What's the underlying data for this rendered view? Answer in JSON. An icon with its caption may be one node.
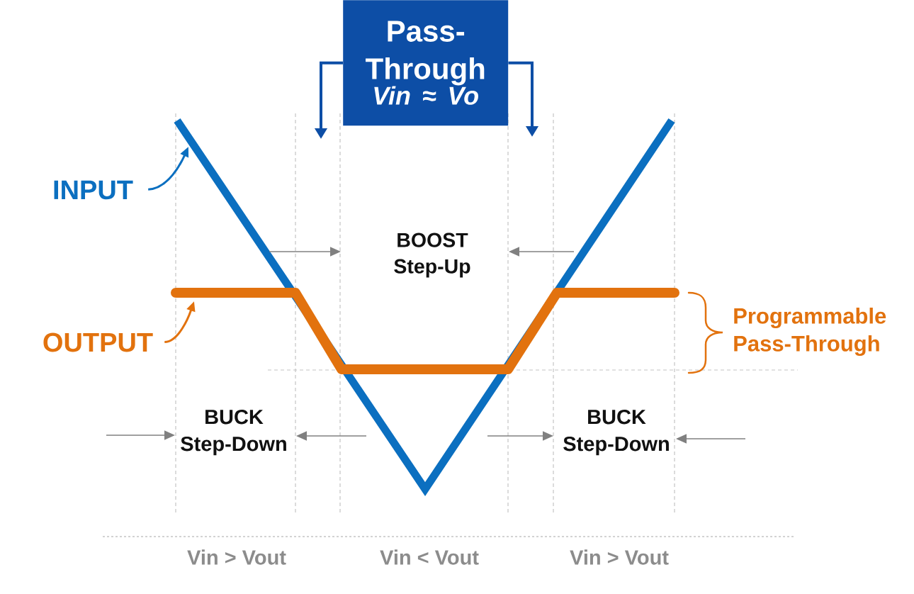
{
  "diagram": {
    "nodes": [
      {
        "text": [
          "Pass- Through",
          "Vin ≈ Vo"
        ]
      },
      {
        "text": [
          "INPUT"
        ]
      },
      {
        "text": [
          "OUTPUT"
        ]
      }
    ],
    "edges": [
      {
        "from": 0,
        "to": null,
        "arrow": "to"
      },
      {
        "from": 0,
        "to": null,
        "arrow": "to"
      },
      {
        "from": 1,
        "to": null,
        "arrow": "to",
        "color": "#0b6fc0"
      },
      {
        "from": 2,
        "to": null,
        "arrow": "to",
        "color": "#e2720e"
      }
    ],
    "labels": [
      "BOOST Step-Up",
      "Programmable Pass-Through",
      "BUCK Step-Down",
      "BUCK Step-Down",
      "Vin > Vout",
      "Vin < Vout",
      "Vin > Vout"
    ]
  }
}
